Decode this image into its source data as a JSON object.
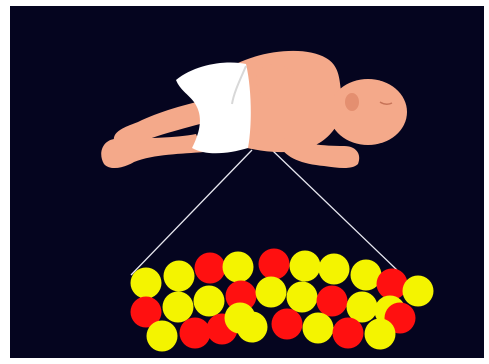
{
  "colors": {
    "background": "#05051f",
    "frame": "#ffffff",
    "skin": "#f4a98a",
    "skin_shade": "#e48f70",
    "diaper": "#ffffff",
    "line": "#e8e8f0",
    "cell_red": "#ff1010",
    "cell_yellow": "#f4f400"
  },
  "illustration": {
    "figure": "sleeping-infant-icon",
    "pattern": "cell-mosaic",
    "cells": [
      {
        "color": "yellow"
      },
      {
        "color": "yellow"
      },
      {
        "color": "red"
      },
      {
        "color": "yellow"
      },
      {
        "color": "red"
      },
      {
        "color": "yellow"
      },
      {
        "color": "yellow"
      },
      {
        "color": "yellow"
      },
      {
        "color": "red"
      },
      {
        "color": "yellow"
      },
      {
        "color": "red"
      },
      {
        "color": "yellow"
      },
      {
        "color": "yellow"
      },
      {
        "color": "red"
      },
      {
        "color": "yellow"
      },
      {
        "color": "yellow"
      },
      {
        "color": "red"
      },
      {
        "color": "yellow"
      },
      {
        "color": "yellow"
      },
      {
        "color": "red"
      },
      {
        "color": "yellow"
      },
      {
        "color": "red"
      },
      {
        "color": "red"
      },
      {
        "color": "yellow"
      },
      {
        "color": "red"
      },
      {
        "color": "yellow"
      },
      {
        "color": "red"
      },
      {
        "color": "yellow"
      },
      {
        "color": "yellow"
      }
    ]
  }
}
